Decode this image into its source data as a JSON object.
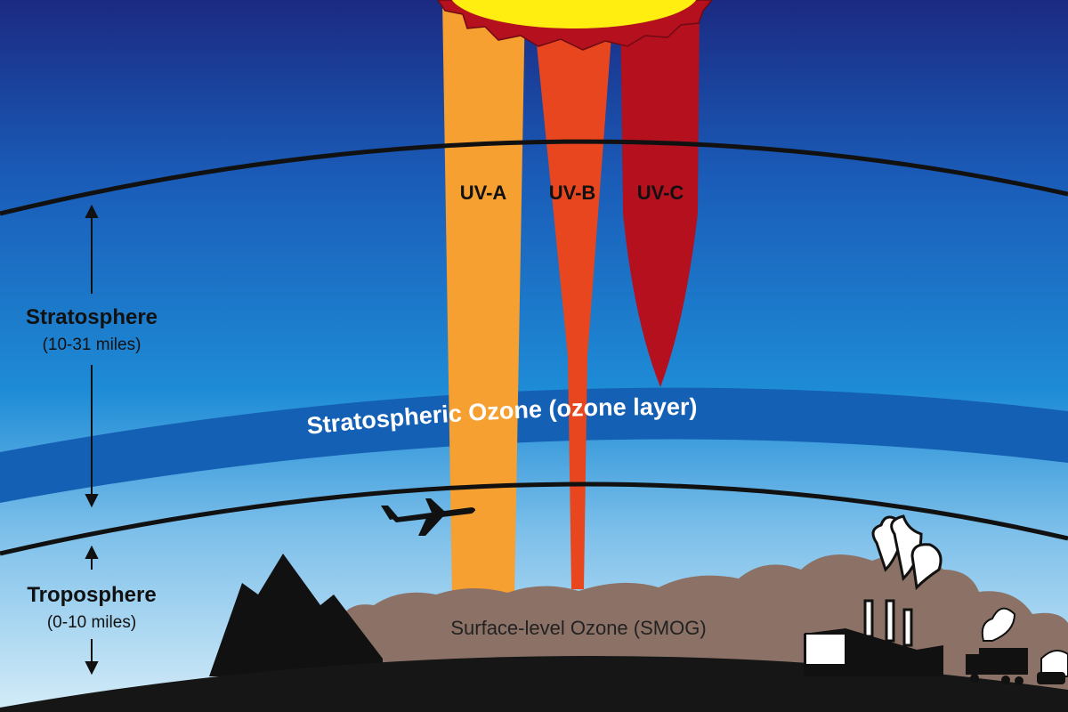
{
  "beams": [
    {
      "label": "UV-A",
      "color": "#f5a030"
    },
    {
      "label": "UV-B",
      "color": "#e8461e"
    },
    {
      "label": "UV-C",
      "color": "#b4101e"
    }
  ],
  "layers": {
    "stratosphere": {
      "name": "Stratosphere",
      "range": "(10-31 miles)"
    },
    "troposphere": {
      "name": "Troposphere",
      "range": "(0-10 miles)"
    }
  },
  "ozone_layer_label": "Stratospheric Ozone (ozone layer)",
  "smog_label": "Surface-level Ozone (SMOG)",
  "colors": {
    "sky_top": "#1b2a82",
    "sky_mid": "#1e8cd6",
    "sky_bottom": "#c4e2f4",
    "ozone_band": "#1460b4",
    "smog": "#8c7266",
    "sun": "#ffee10"
  }
}
